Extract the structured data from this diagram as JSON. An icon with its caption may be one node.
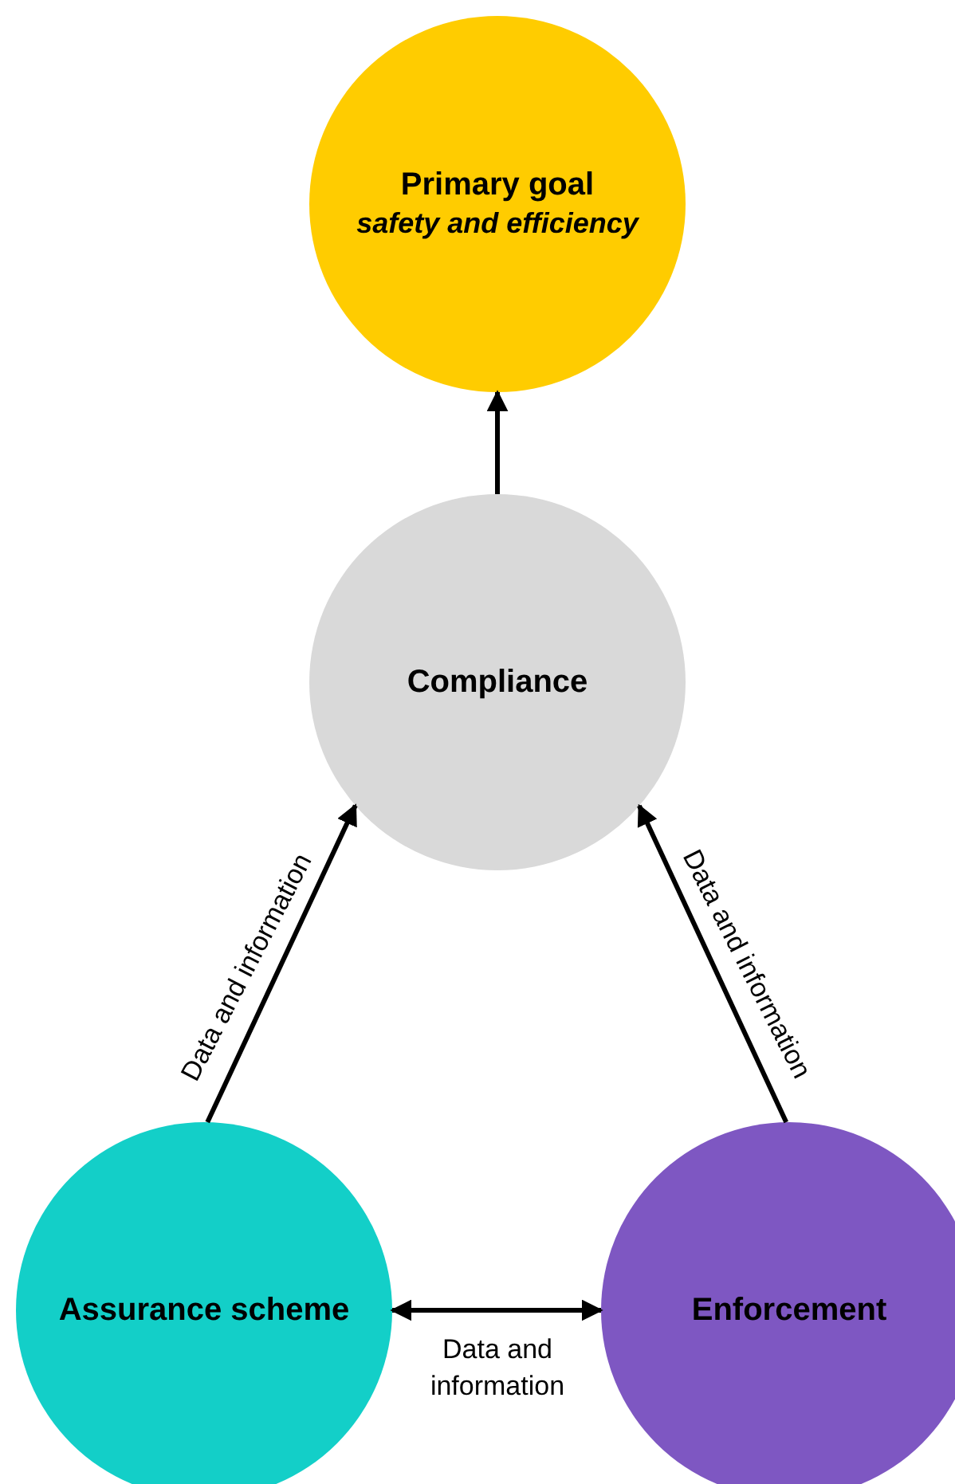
{
  "diagram": {
    "nodes": [
      {
        "text": [
          "Primary goal",
          "safety and efficiency"
        ]
      },
      {
        "text": [
          "Compliance"
        ]
      },
      {
        "text": [
          "Assurance scheme"
        ]
      },
      {
        "text": [
          "Enforcement"
        ]
      }
    ],
    "edges": [
      {
        "from": 1,
        "to": 0,
        "arrow": "to"
      },
      {
        "from": 2,
        "to": 1,
        "arrow": "to",
        "label": "Data and information"
      },
      {
        "from": 3,
        "to": 1,
        "arrow": "to",
        "label": "Data and information"
      },
      {
        "from": 2,
        "to": 3,
        "arrow": "both",
        "label": "Data and information"
      }
    ]
  }
}
